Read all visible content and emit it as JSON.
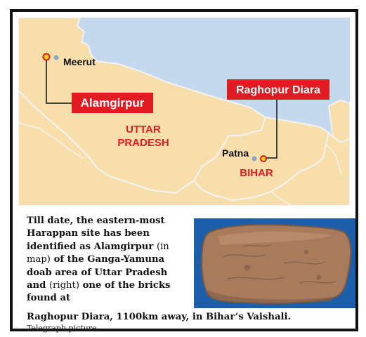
{
  "map": {
    "labels": {
      "meerut": "Meerut",
      "alamgirpur": "Alamgirpur",
      "raghopur_diara": "Raghopur Diara",
      "uttar": "UTTAR",
      "pradesh": "PRADESH",
      "patna": "Patna",
      "bihar": "BIHAR"
    },
    "colors": {
      "water": "#c4d9ee",
      "state_fill": "#f8deaa",
      "state_border": "#f2f2f2",
      "callout_box": "#e21b23",
      "callout_text": "#ffffff",
      "state_label": "#e21b23",
      "city_label": "#111111",
      "site_marker": "#e21b23",
      "site_marker_center": "#ffd21f",
      "city_marker": "#8aa8c4"
    }
  },
  "caption": {
    "part1": "Till date, the eastern-most Harappan site has been identified as Alamgirpur",
    "part2": "(in map)",
    "part3": "of the Ganga-Yamuna doab area of Uttar Pradesh and",
    "part4": "(right)",
    "part5": "one of the bricks found at",
    "part6": "Raghopur Diara, 1100km away, in Bihar’s Vaishali."
  },
  "credit": "Telegraph picture",
  "photo": {
    "colors": {
      "background": "#1c5ea9",
      "brick": "#a77b5c",
      "brick_shadow": "#7e5942",
      "brick_light": "#c59a79"
    }
  }
}
